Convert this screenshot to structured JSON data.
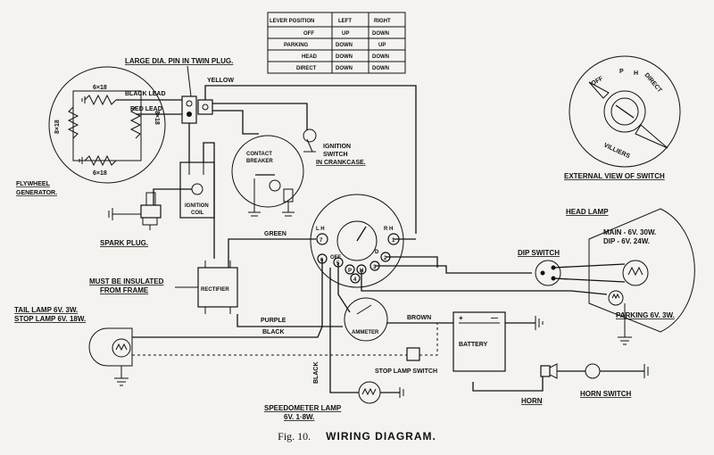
{
  "table": {
    "headers": [
      "LEVER POSITION",
      "LEFT",
      "RIGHT"
    ],
    "rows": [
      [
        "OFF",
        "UP",
        "DOWN"
      ],
      [
        "PARKING",
        "DOWN",
        "UP"
      ],
      [
        "HEAD",
        "DOWN",
        "DOWN"
      ],
      [
        "DIRECT",
        "DOWN",
        "DOWN"
      ]
    ]
  },
  "labels": {
    "large_pin": "LARGE DIA. PIN IN TWIN PLUG.",
    "yellow": "YELLOW",
    "black_lead": "BLACK LEAD",
    "red_lead": "RED LEAD",
    "coil_a": "6×18",
    "coil_b": "8×18",
    "coil_c": "8×18",
    "coil_d": "6×18",
    "flywheel_1": "FLYWHEEL",
    "flywheel_2": "GENERATOR.",
    "contact_1": "CONTACT",
    "contact_2": "BREAKER",
    "ign_sw_1": "IGNITION",
    "ign_sw_2": "SWITCH",
    "ign_sw_3": "IN CRANKCASE.",
    "ign_coil_1": "IGNITION",
    "ign_coil_2": "COIL",
    "spark_plug": "SPARK PLUG.",
    "green": "GREEN",
    "insulated_1": "MUST BE INSULATED",
    "insulated_2": "FROM FRAME",
    "rectifier": "RECTIFIER",
    "purple": "PURPLE",
    "black": "BLACK",
    "black_v": "BLACK",
    "brown": "BROWN",
    "ammeter": "AMMETER",
    "battery": "BATTERY",
    "bat_plus": "+",
    "bat_minus": "—",
    "stop_lamp_switch": "STOP LAMP SWITCH",
    "tail_1": "TAIL LAMP 6V. 3W.",
    "tail_2": "STOP LAMP 6V. 18W.",
    "speedo_1": "SPEEDOMETER LAMP",
    "speedo_2": "6V. 1·8W.",
    "horn": "HORN",
    "horn_switch": "HORN SWITCH",
    "dip_switch": "DIP SWITCH",
    "head_lamp": "HEAD LAMP",
    "main": "MAIN - 6V. 30W.",
    "dip": "DIP  - 6V. 24W.",
    "parking": "PARKING 6V. 3W.",
    "ext_view": "EXTERNAL VIEW OF SWITCH",
    "villiers": "VILLIERS",
    "sw_off": "OFF",
    "sw_p": "P",
    "sw_h": "H",
    "sw_direct": "DIRECT",
    "lh": "L H",
    "rh": "R H",
    "t7": "7",
    "t1": "1",
    "t6": "6",
    "off": "OFF",
    "t2": "2",
    "t3": "3",
    "t4": "4",
    "t5": "5",
    "tp": "P",
    "th": "H",
    "td": "D"
  },
  "caption": {
    "fig": "Fig. 10.",
    "title": "WIRING DIAGRAM."
  }
}
